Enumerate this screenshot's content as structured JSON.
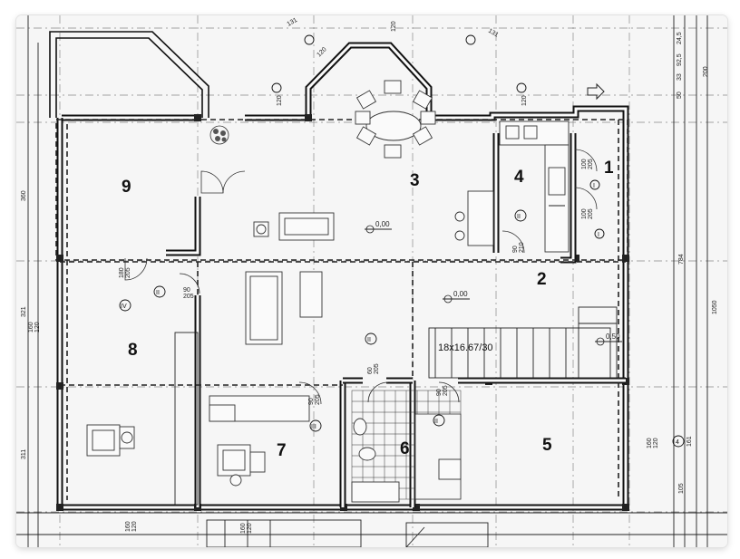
{
  "rooms": [
    {
      "num": "1"
    },
    {
      "num": "2"
    },
    {
      "num": "3"
    },
    {
      "num": "4"
    },
    {
      "num": "5"
    },
    {
      "num": "6"
    },
    {
      "num": "7"
    },
    {
      "num": "8"
    },
    {
      "num": "9"
    }
  ],
  "dimensions": {
    "left_360": "360",
    "left_321": "321",
    "left_311": "311",
    "right_784": "784",
    "right_1050": "1050",
    "right_105": "105",
    "right_200": "200",
    "top_131a": "131",
    "top_131b": "131",
    "top_50": "50",
    "top_33": "33",
    "top_92_5": "92,5",
    "top_24_5": "24,5",
    "top_120a": "120",
    "top_120b": "120",
    "top_120c": "120",
    "top_120d": "120",
    "d_100_205a": "100\n205",
    "d_100_205b": "100\n205",
    "d_180_205": "180\n205",
    "d_90_205a": "90\n205",
    "d_90_205b": "90\n205",
    "d_90_205c": "90\n205",
    "d_60_205": "60\n205",
    "d_90_210": "90\n210",
    "d_160_120a": "160\n120",
    "d_160_120b": "160\n120",
    "d_160_120c": "160\n120",
    "d_160_120d": "160\n120",
    "d_161": "161"
  },
  "levels": {
    "lvl_3": "0,00",
    "lvl_2": "0,00",
    "lvl_stairs": "0,50"
  },
  "stairs_label": "18x16.67/30",
  "marks": {
    "m1": "I",
    "m2": "II",
    "m3": "III",
    "m4": "IV",
    "m5": "II",
    "m6": "II",
    "m7": "II",
    "m8": "III",
    "m9": "4"
  }
}
